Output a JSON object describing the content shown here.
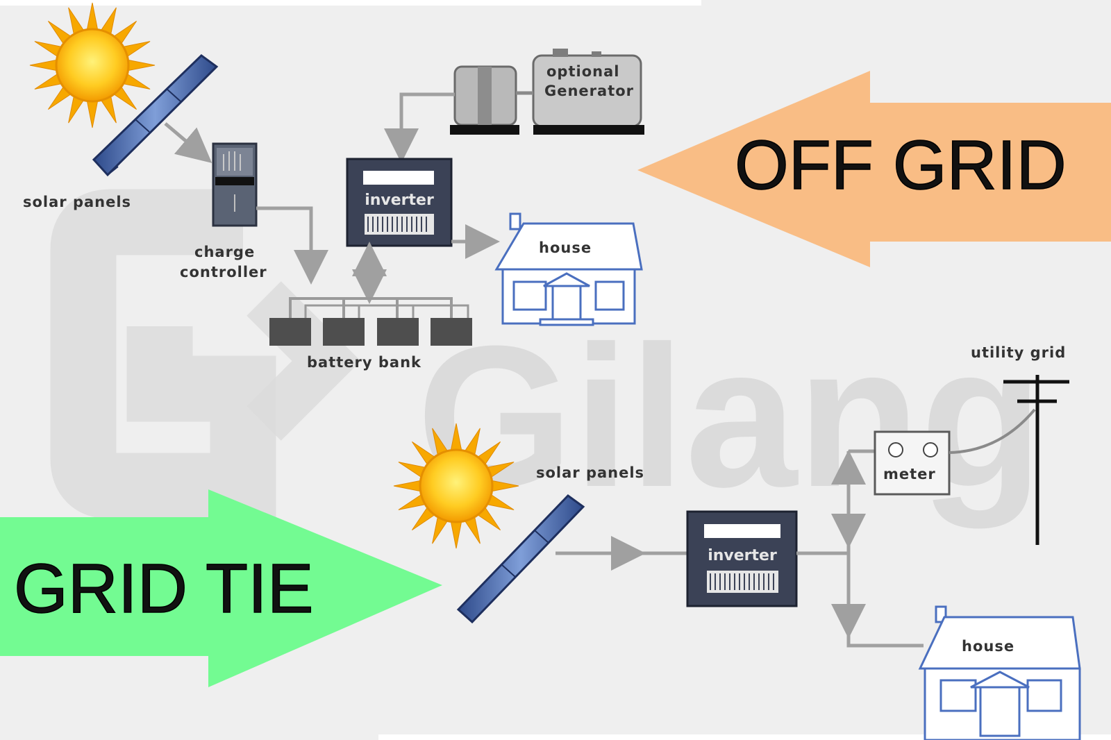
{
  "watermark": "Gilang",
  "off_grid": {
    "banner": "OFF GRID",
    "banner_color": "#f9bd85",
    "solar_panels": "solar panels",
    "charge_controller_line1": "charge",
    "charge_controller_line2": "controller",
    "generator_line1": "optional",
    "generator_line2": "Generator",
    "inverter": "inverter",
    "house": "house",
    "battery_bank": "battery bank"
  },
  "grid_tie": {
    "banner": "GRID TIE",
    "banner_color": "#73fb92",
    "solar_panels": "solar panels",
    "inverter": "inverter",
    "meter": "meter",
    "utility_grid": "utility grid",
    "house": "house"
  },
  "colors": {
    "sun_outer": "#f6a800",
    "sun_inner": "#ffdd33",
    "panel": "#6d8cc9",
    "panel_dark": "#2a3f7a",
    "box_dark": "#3b4256",
    "line_gray": "#a6a6a6",
    "house_stroke": "#4a6fbf"
  }
}
